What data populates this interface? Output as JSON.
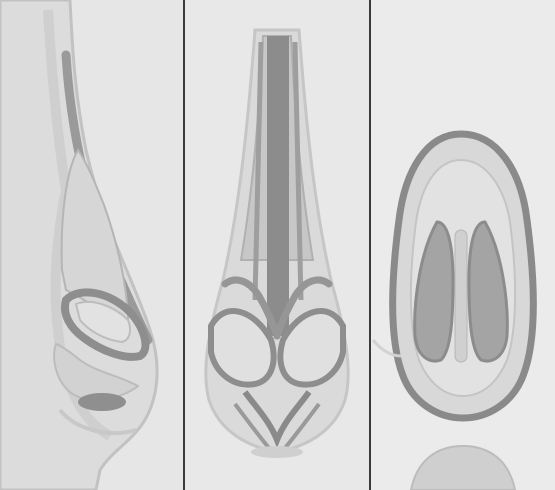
{
  "figure": {
    "panels": [
      {
        "view": "lateral"
      },
      {
        "view": "frontal"
      },
      {
        "view": "basal"
      }
    ],
    "colors": {
      "background": "#e9e9e9",
      "skin": "#dcdcdc",
      "skin_shadow": "#c4c4c4",
      "cartilage": "#9a9a9a",
      "cartilage_dark": "#858585",
      "divider": "#3a3a3a"
    }
  }
}
